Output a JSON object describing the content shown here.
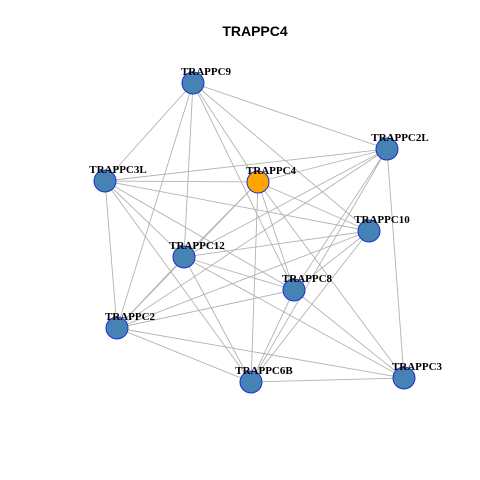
{
  "title": "TRAPPC4",
  "colors": {
    "hub": "#FFA500",
    "node": "#4682B4",
    "node_border": "#1A2FD0",
    "edge": "#B3B3B3"
  },
  "nodes": [
    {
      "id": "TRAPPC9",
      "label": "TRAPPC9",
      "hub": false
    },
    {
      "id": "TRAPPC2L",
      "label": "TRAPPC2L",
      "hub": false
    },
    {
      "id": "TRAPPC3L",
      "label": "TRAPPC3L",
      "hub": false
    },
    {
      "id": "TRAPPC4",
      "label": "TRAPPC4",
      "hub": true
    },
    {
      "id": "TRAPPC10",
      "label": "TRAPPC10",
      "hub": false
    },
    {
      "id": "TRAPPC12",
      "label": "TRAPPC12",
      "hub": false
    },
    {
      "id": "TRAPPC8",
      "label": "TRAPPC8",
      "hub": false
    },
    {
      "id": "TRAPPC2",
      "label": "TRAPPC2",
      "hub": false
    },
    {
      "id": "TRAPPC6B",
      "label": "TRAPPC6B",
      "hub": false
    },
    {
      "id": "TRAPPC3",
      "label": "TRAPPC3",
      "hub": false
    }
  ],
  "edges": [
    [
      "TRAPPC9",
      "TRAPPC2L"
    ],
    [
      "TRAPPC9",
      "TRAPPC3L"
    ],
    [
      "TRAPPC9",
      "TRAPPC4"
    ],
    [
      "TRAPPC9",
      "TRAPPC10"
    ],
    [
      "TRAPPC9",
      "TRAPPC12"
    ],
    [
      "TRAPPC9",
      "TRAPPC8"
    ],
    [
      "TRAPPC9",
      "TRAPPC2"
    ],
    [
      "TRAPPC2L",
      "TRAPPC3L"
    ],
    [
      "TRAPPC2L",
      "TRAPPC4"
    ],
    [
      "TRAPPC2L",
      "TRAPPC12"
    ],
    [
      "TRAPPC2L",
      "TRAPPC8"
    ],
    [
      "TRAPPC2L",
      "TRAPPC6B"
    ],
    [
      "TRAPPC2L",
      "TRAPPC3"
    ],
    [
      "TRAPPC2L",
      "TRAPPC2"
    ],
    [
      "TRAPPC3L",
      "TRAPPC4"
    ],
    [
      "TRAPPC3L",
      "TRAPPC10"
    ],
    [
      "TRAPPC3L",
      "TRAPPC12"
    ],
    [
      "TRAPPC3L",
      "TRAPPC8"
    ],
    [
      "TRAPPC3L",
      "TRAPPC2"
    ],
    [
      "TRAPPC3L",
      "TRAPPC6B"
    ],
    [
      "TRAPPC4",
      "TRAPPC10"
    ],
    [
      "TRAPPC4",
      "TRAPPC12"
    ],
    [
      "TRAPPC4",
      "TRAPPC8"
    ],
    [
      "TRAPPC4",
      "TRAPPC2"
    ],
    [
      "TRAPPC4",
      "TRAPPC6B"
    ],
    [
      "TRAPPC4",
      "TRAPPC3"
    ],
    [
      "TRAPPC10",
      "TRAPPC12"
    ],
    [
      "TRAPPC10",
      "TRAPPC8"
    ],
    [
      "TRAPPC10",
      "TRAPPC6B"
    ],
    [
      "TRAPPC10",
      "TRAPPC2"
    ],
    [
      "TRAPPC12",
      "TRAPPC8"
    ],
    [
      "TRAPPC12",
      "TRAPPC2"
    ],
    [
      "TRAPPC12",
      "TRAPPC6B"
    ],
    [
      "TRAPPC12",
      "TRAPPC3"
    ],
    [
      "TRAPPC8",
      "TRAPPC2"
    ],
    [
      "TRAPPC8",
      "TRAPPC6B"
    ],
    [
      "TRAPPC8",
      "TRAPPC3"
    ],
    [
      "TRAPPC2",
      "TRAPPC6B"
    ],
    [
      "TRAPPC2",
      "TRAPPC3"
    ],
    [
      "TRAPPC6B",
      "TRAPPC3"
    ]
  ]
}
